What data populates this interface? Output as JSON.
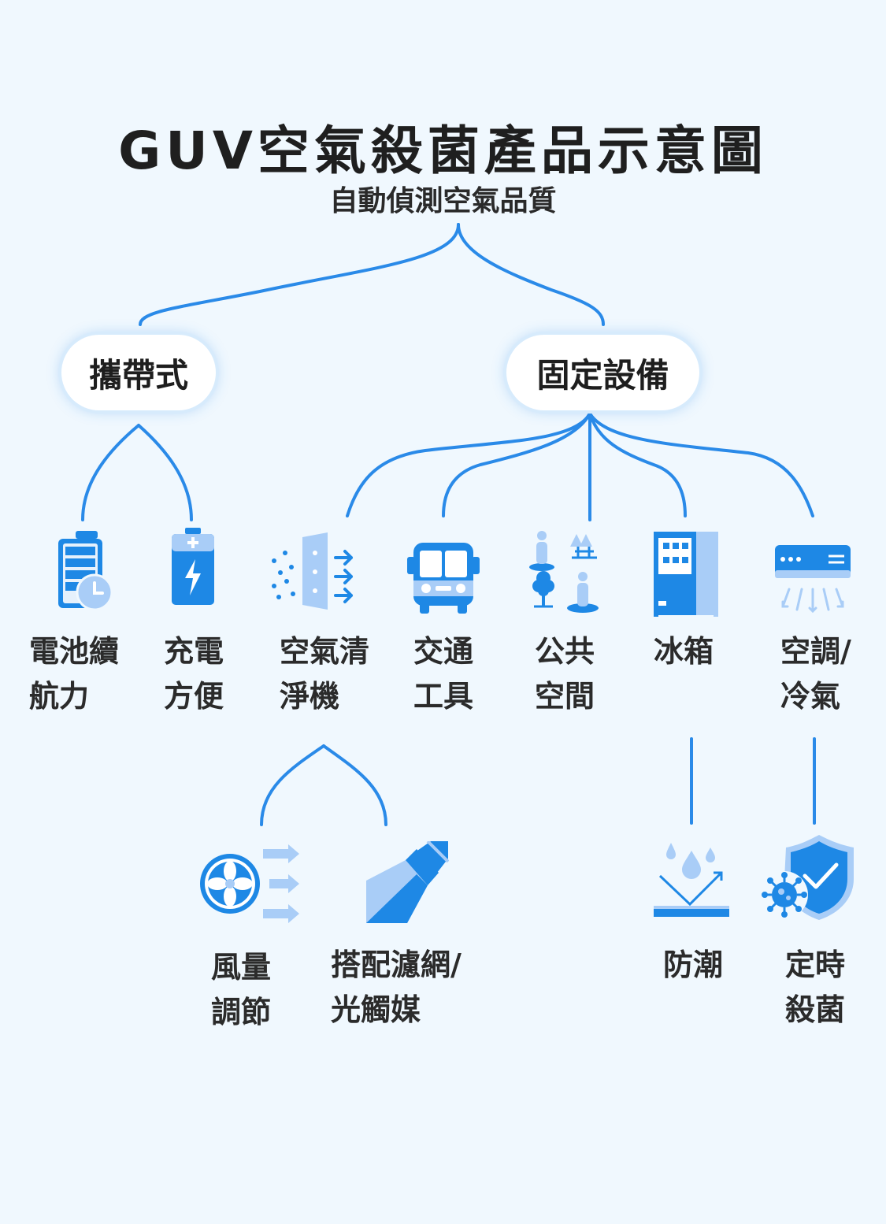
{
  "title": "GUV空氣殺菌產品示意圖",
  "subtitle": "自動偵測空氣品質",
  "categories": {
    "portable": "攜帶式",
    "fixed": "固定設備"
  },
  "portable_items": [
    {
      "label": "電池續\n航力",
      "icon": "battery-clock-icon"
    },
    {
      "label": "充電\n方便",
      "icon": "battery-charge-icon"
    }
  ],
  "fixed_items": [
    {
      "label": "空氣清\n淨機",
      "icon": "air-purifier-filter-icon"
    },
    {
      "label": "交通\n工具",
      "icon": "bus-icon"
    },
    {
      "label": "公共\n空間",
      "icon": "people-trees-icon"
    },
    {
      "label": "冰箱",
      "icon": "refrigerator-icon"
    },
    {
      "label": "空調/\n冷氣",
      "icon": "air-conditioner-icon"
    }
  ],
  "purifier_features": [
    {
      "label": "風量\n調節",
      "icon": "fan-airflow-icon"
    },
    {
      "label": "搭配濾網/\n光觸媒",
      "icon": "light-tube-icon"
    }
  ],
  "fridge_feature": {
    "label": "防潮",
    "icon": "moisture-proof-icon"
  },
  "ac_feature": {
    "label": "定時\n殺菌",
    "icon": "shield-virus-icon"
  },
  "colors": {
    "background": "#f0f8fe",
    "line": "#2a8ae8",
    "icon_primary": "#1e88e5",
    "icon_light": "#a9cdf7"
  }
}
